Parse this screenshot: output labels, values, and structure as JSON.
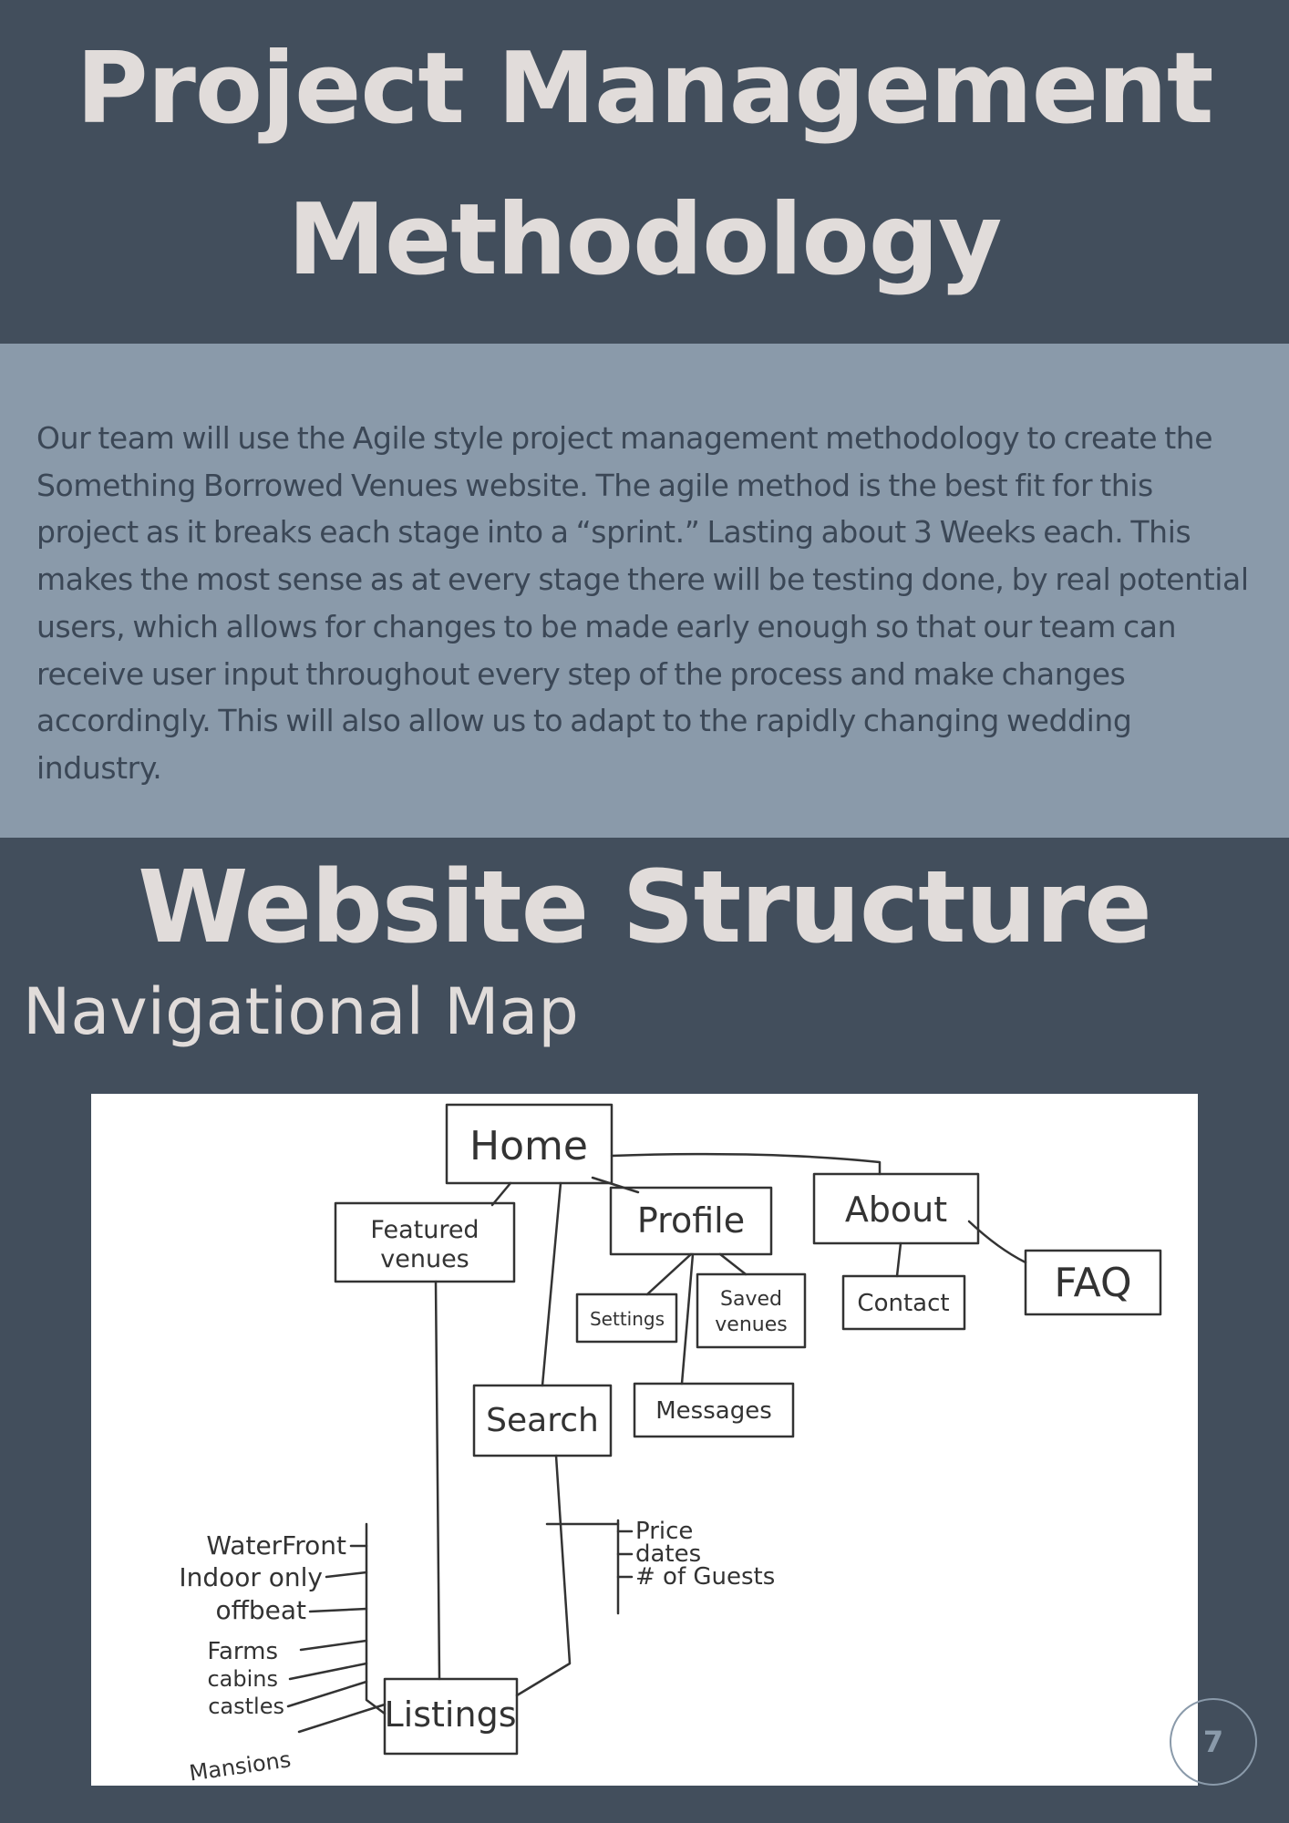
{
  "header": {
    "title_line1": "Project Management",
    "title_line2": "Methodology"
  },
  "methodology": {
    "paragraph": "Our team will use the Agile style project management methodology to create the Something Borrowed Venues website. The agile method is the best fit for this project as it breaks each stage into a “sprint.” Lasting about 3 Weeks each. This makes the most sense as at every stage there will be testing done, by real potential users, which allows for changes to be made early enough so that our team can receive user input throughout every step of the process and make changes accordingly. This will also allow us to adapt to the rapidly changing wedding industry."
  },
  "structure": {
    "title": "Website Structure",
    "subtitle": "Navigational Map"
  },
  "nav_map": {
    "home": "Home",
    "featured_line1": "Featured",
    "featured_line2": "venues",
    "profile": "Profile",
    "about": "About",
    "faq": "FAQ",
    "settings": "Settings",
    "saved_line1": "Saved",
    "saved_line2": "venues",
    "contact": "Contact",
    "search": "Search",
    "messages": "Messages",
    "listings": "Listings",
    "filters": [
      "Price",
      "dates",
      "# of Guests"
    ],
    "categories": [
      "WaterFront",
      "Indoor only",
      "offbeat",
      "Farms",
      "cabins",
      "castles",
      "Mansions"
    ]
  },
  "footer": {
    "page_number": "7"
  },
  "colors": {
    "dark_band": "#424e5c",
    "light_band": "#8a9aaa",
    "heading_text": "#e1dcda",
    "body_text": "#3b4756"
  }
}
